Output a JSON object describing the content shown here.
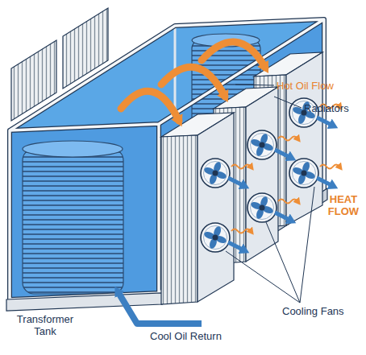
{
  "diagram": {
    "labels": [
      "Hot Oil Flow",
      "Radiators",
      "HEAT FLOW",
      "Cooling Fans",
      "Transformer Tank",
      "Cool Oil Return"
    ]
  }
}
